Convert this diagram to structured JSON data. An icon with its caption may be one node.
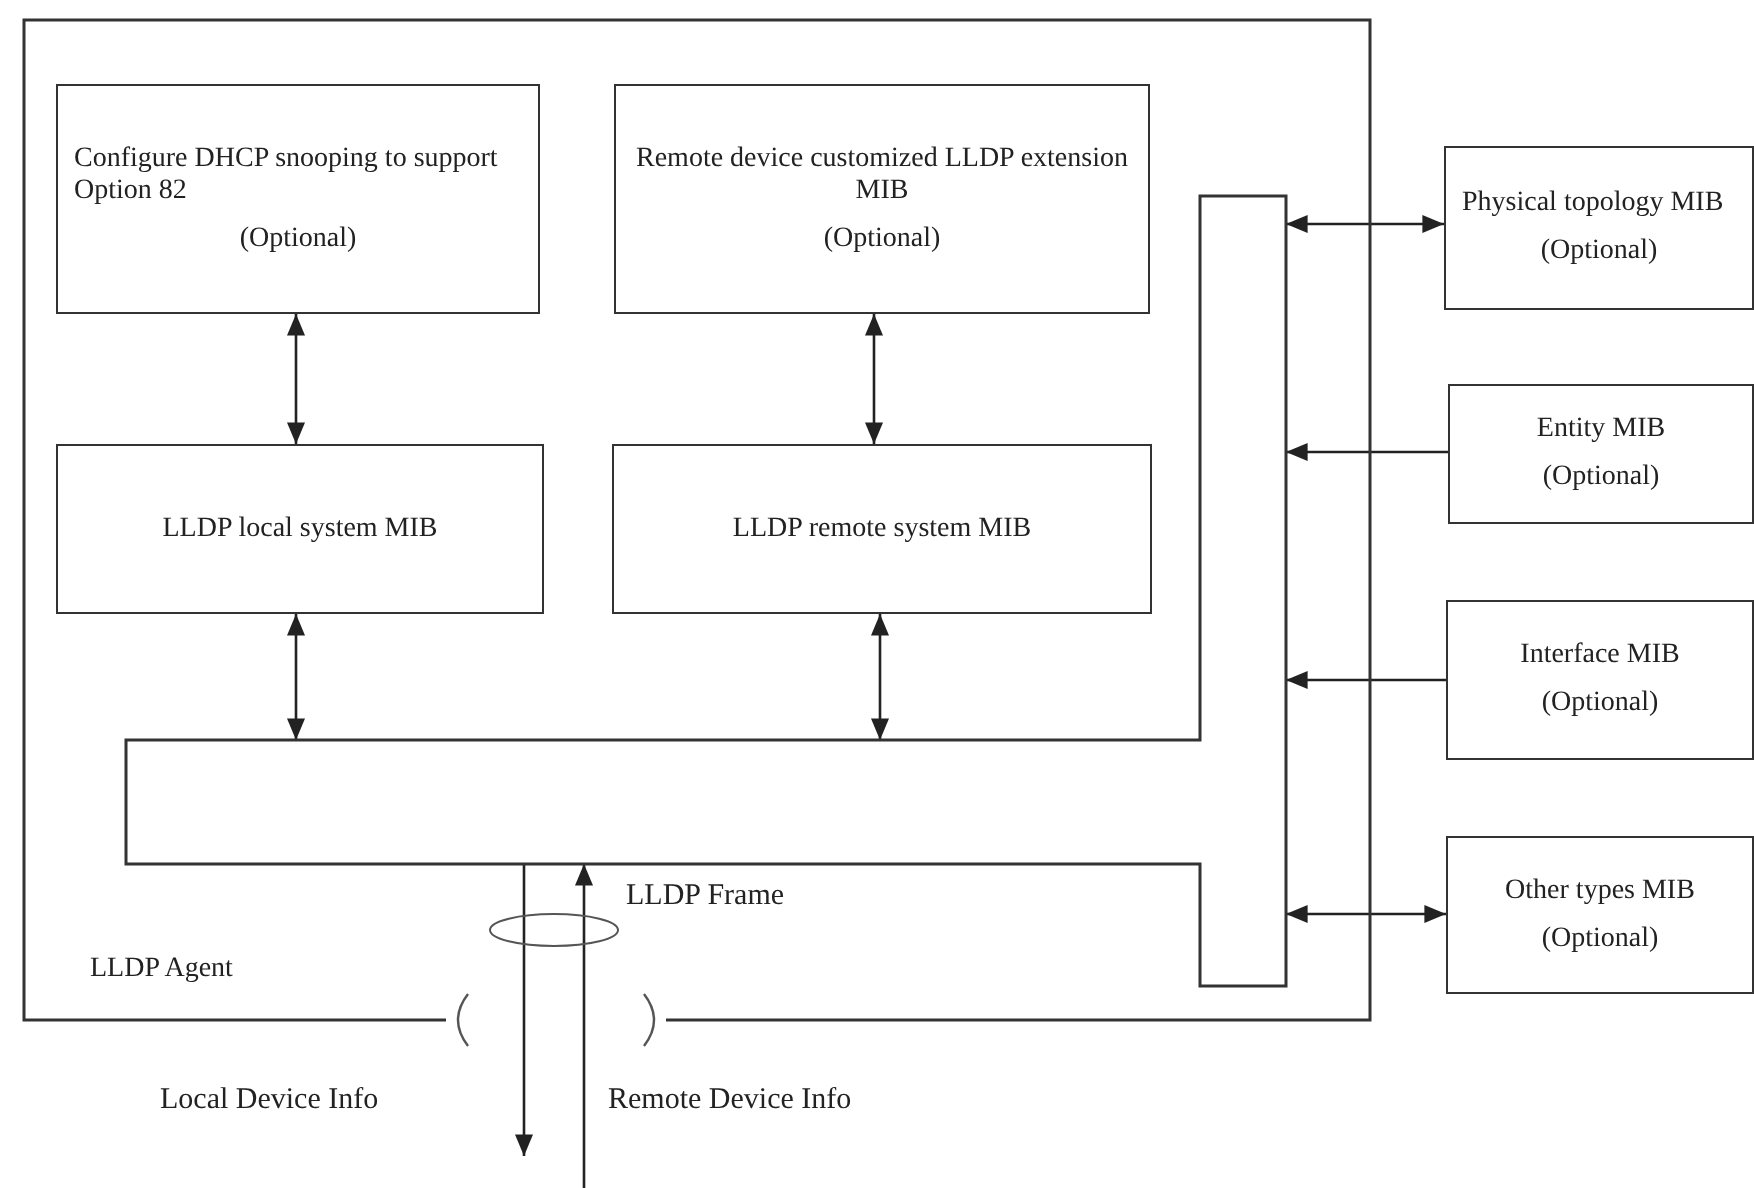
{
  "diagram": {
    "nodes": [
      {
        "text": [
          "LLDP Agent"
        ]
      },
      {
        "text": [
          "Configure DHCP snooping to support Option 82",
          "(Optional)"
        ],
        "in": 0
      },
      {
        "text": [
          "Remote device customized LLDP extension MIB",
          "(Optional)"
        ],
        "in": 0
      },
      {
        "text": [
          "LLDP local system MIB"
        ],
        "in": 0
      },
      {
        "text": [
          "LLDP remote system MIB"
        ],
        "in": 0
      },
      {
        "text": [],
        "shape": "bar",
        "in": 0
      },
      {
        "text": [
          "Physical topology MIB",
          "(Optional)"
        ]
      },
      {
        "text": [
          "Entity MIB",
          "(Optional)"
        ]
      },
      {
        "text": [
          "Interface MIB",
          "(Optional)"
        ]
      },
      {
        "text": [
          "Other types MIB",
          "(Optional)"
        ]
      }
    ],
    "edges": [
      {
        "from": 1,
        "to": 3,
        "arrow": "both"
      },
      {
        "from": 2,
        "to": 4,
        "arrow": "both"
      },
      {
        "from": 3,
        "to": 5,
        "arrow": "both"
      },
      {
        "from": 4,
        "to": 5,
        "arrow": "both"
      },
      {
        "from": 6,
        "to": 5,
        "arrow": "both"
      },
      {
        "from": 7,
        "to": 5,
        "arrow": "to"
      },
      {
        "from": 8,
        "to": 5,
        "arrow": "to"
      },
      {
        "from": 9,
        "to": 5,
        "arrow": "both"
      },
      {
        "from": 5,
        "to": null,
        "arrow": "to"
      },
      {
        "from": null,
        "to": 5,
        "arrow": "to"
      }
    ],
    "labels": [
      "LLDP Frame",
      "Local Device Info",
      "Remote Device Info"
    ]
  }
}
